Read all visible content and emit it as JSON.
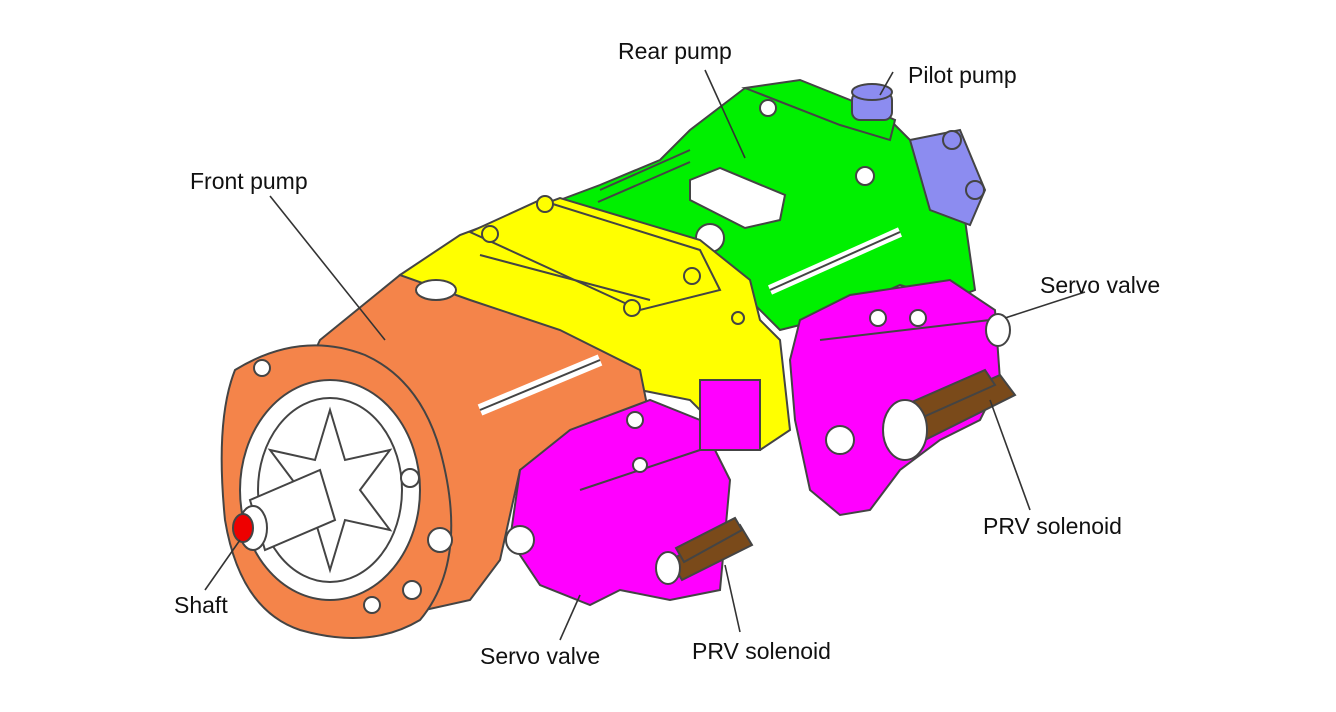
{
  "labels": {
    "rear_pump": "Rear pump",
    "pilot_pump": "Pilot pump",
    "front_pump": "Front pump",
    "servo_valve_right": "Servo valve",
    "prv_solenoid_right": "PRV solenoid",
    "shaft": "Shaft",
    "servo_valve_bottom": "Servo valve",
    "prv_solenoid_bottom": "PRV solenoid"
  },
  "colors": {
    "front_pump": "#f4844a",
    "middle_housing": "#ffff00",
    "rear_pump": "#00f000",
    "pilot_pump": "#8c8cf0",
    "servo_valve": "#ff00ff",
    "prv_solenoid": "#7a4a1a",
    "shaft_tip": "#ee0000",
    "outline": "#444444",
    "leader_line": "#333333"
  }
}
